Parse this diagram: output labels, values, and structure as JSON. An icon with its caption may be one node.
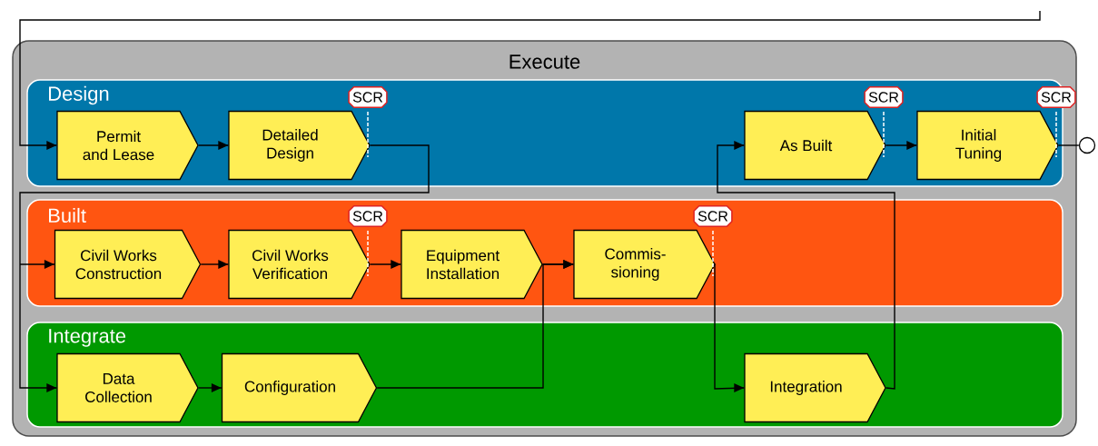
{
  "diagram": {
    "nodes": [
      {
        "text": [
          "Execute"
        ]
      },
      {
        "text": [
          "Design"
        ],
        "in": 0
      },
      {
        "text": [
          "Permit and Lease"
        ],
        "in": 1
      },
      {
        "text": [
          "Detailed Design"
        ],
        "in": 1,
        "beside": [
          "SCR"
        ]
      },
      {
        "text": [
          "As Built"
        ],
        "in": 1,
        "beside": [
          "SCR"
        ]
      },
      {
        "text": [
          "Initial Tuning"
        ],
        "in": 1,
        "beside": [
          "SCR"
        ]
      },
      {
        "text": [
          "Built"
        ],
        "in": 0
      },
      {
        "text": [
          "Civil Works Construction"
        ],
        "in": 6
      },
      {
        "text": [
          "Civil Works Verification"
        ],
        "in": 6,
        "beside": [
          "SCR"
        ]
      },
      {
        "text": [
          "Equipment Installation"
        ],
        "in": 6
      },
      {
        "text": [
          "Commis- sioning"
        ],
        "in": 6,
        "beside": [
          "SCR"
        ]
      },
      {
        "text": [
          "Integrate"
        ],
        "in": 0
      },
      {
        "text": [
          "Data Collection"
        ],
        "in": 11
      },
      {
        "text": [
          "Configuration"
        ],
        "in": 11
      },
      {
        "text": [
          "Integration"
        ],
        "in": 11
      },
      {
        "text": [],
        "shape": "circle"
      }
    ],
    "edges": [
      {
        "from": null,
        "to": 2,
        "arrow": "to"
      },
      {
        "from": 2,
        "to": 3,
        "arrow": "to"
      },
      {
        "from": 3,
        "to": 7,
        "arrow": "to"
      },
      {
        "from": 3,
        "to": 12,
        "arrow": "to"
      },
      {
        "from": 7,
        "to": 8,
        "arrow": "to"
      },
      {
        "from": 8,
        "to": 9,
        "arrow": "to"
      },
      {
        "from": 9,
        "to": 10,
        "arrow": "to"
      },
      {
        "from": 12,
        "to": 13,
        "arrow": "to"
      },
      {
        "from": 13,
        "to": 10,
        "arrow": "to"
      },
      {
        "from": 10,
        "to": 14,
        "arrow": "to"
      },
      {
        "from": 14,
        "to": 4,
        "arrow": "to"
      },
      {
        "from": 4,
        "to": 5,
        "arrow": "to"
      },
      {
        "from": 5,
        "to": 15,
        "arrow": "none"
      }
    ]
  }
}
